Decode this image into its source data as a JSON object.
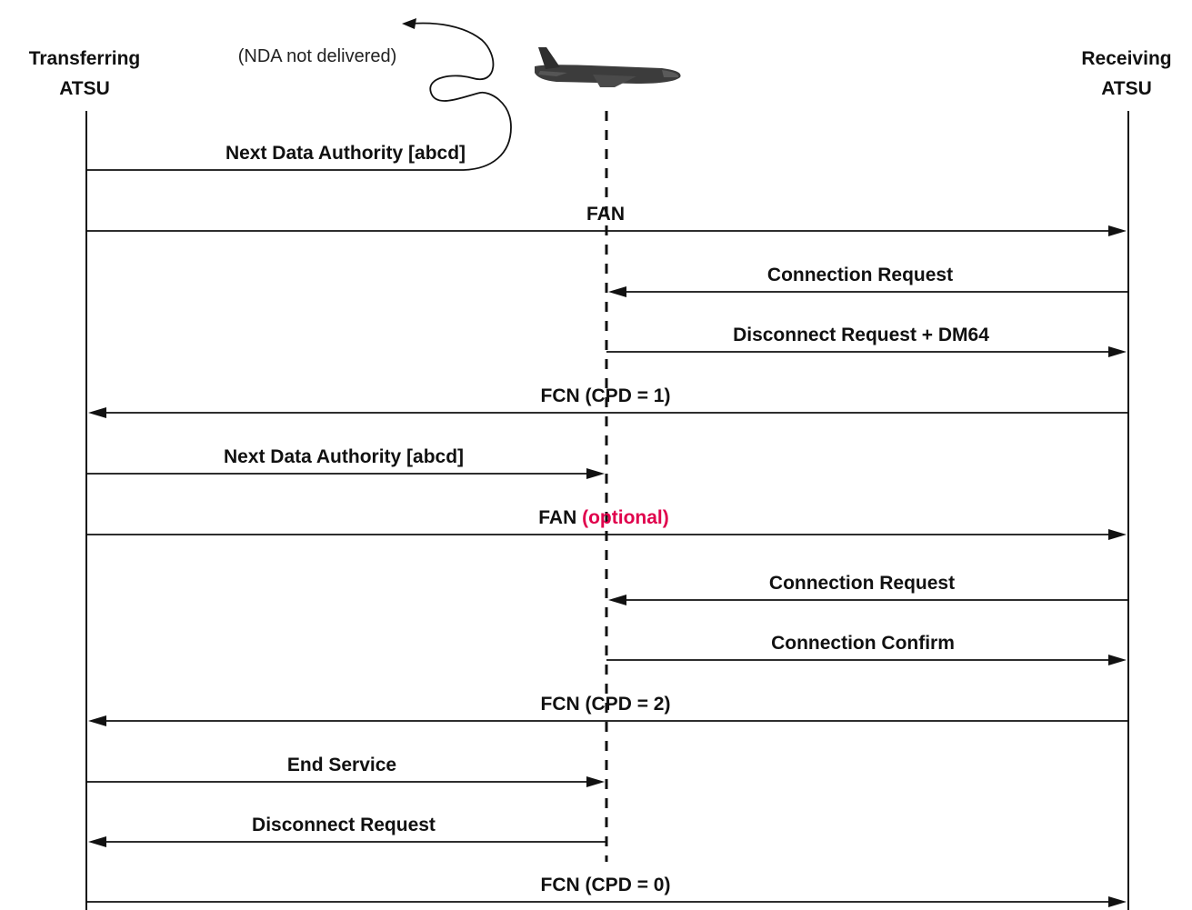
{
  "participants": {
    "transferring": {
      "line1": "Transferring",
      "line2": "ATSU"
    },
    "receiving": {
      "line1": "Receiving",
      "line2": "ATSU"
    },
    "aircraft": {
      "icon": "airplane-icon"
    }
  },
  "annotation": {
    "text": "(NDA not delivered)"
  },
  "colors": {
    "line": "#111111",
    "text": "#111111",
    "optional": "#e0004c"
  },
  "messages": [
    {
      "label": "Next Data Authority [abcd]",
      "suffix": "",
      "from": "transferring",
      "to": "lost"
    },
    {
      "label": "FAN",
      "suffix": "",
      "from": "transferring",
      "to": "receiving"
    },
    {
      "label": "Connection Request",
      "suffix": "",
      "from": "receiving",
      "to": "aircraft"
    },
    {
      "label": "Disconnect Request + DM64",
      "suffix": "",
      "from": "aircraft",
      "to": "receiving"
    },
    {
      "label": "FCN (CPD = 1)",
      "suffix": "",
      "from": "receiving",
      "to": "transferring"
    },
    {
      "label": "Next Data Authority [abcd]",
      "suffix": "",
      "from": "transferring",
      "to": "aircraft"
    },
    {
      "label": "FAN ",
      "suffix": "(optional)",
      "from": "transferring",
      "to": "receiving"
    },
    {
      "label": "Connection Request",
      "suffix": "",
      "from": "receiving",
      "to": "aircraft"
    },
    {
      "label": "Connection Confirm",
      "suffix": "",
      "from": "aircraft",
      "to": "receiving"
    },
    {
      "label": "FCN (CPD = 2)",
      "suffix": "",
      "from": "receiving",
      "to": "transferring"
    },
    {
      "label": "End Service",
      "suffix": "",
      "from": "transferring",
      "to": "aircraft"
    },
    {
      "label": "Disconnect Request",
      "suffix": "",
      "from": "aircraft",
      "to": "transferring"
    },
    {
      "label": "FCN (CPD = 0)",
      "suffix": "",
      "from": "transferring",
      "to": "receiving"
    }
  ]
}
